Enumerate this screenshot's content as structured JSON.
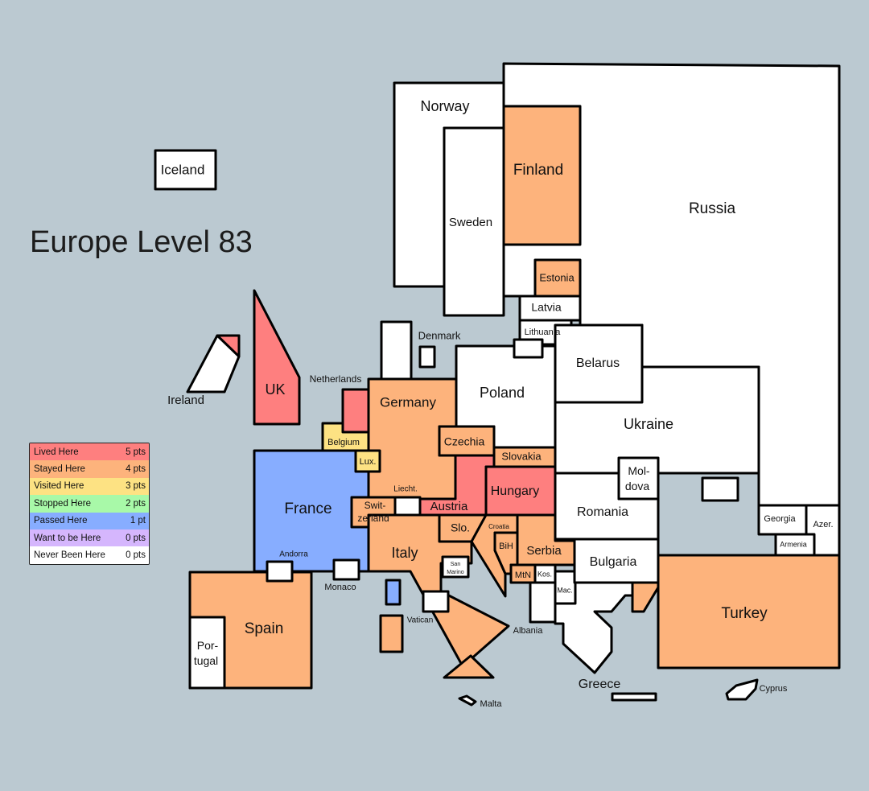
{
  "title": "Europe Level 83",
  "legend": [
    {
      "label": "Lived Here",
      "points": "5 pts",
      "color": "#fe7f7f"
    },
    {
      "label": "Stayed Here",
      "points": "4 pts",
      "color": "#fdb37c"
    },
    {
      "label": "Visited Here",
      "points": "3 pts",
      "color": "#fde283"
    },
    {
      "label": "Stopped Here",
      "points": "2 pts",
      "color": "#a8f9a8"
    },
    {
      "label": "Passed Here",
      "points": "1 pt",
      "color": "#87adff"
    },
    {
      "label": "Want to be Here",
      "points": "0 pts",
      "color": "#d5b6fd"
    },
    {
      "label": "Never Been Here",
      "points": "0 pts",
      "color": "#ffffff"
    }
  ],
  "countries": [
    {
      "id": "russia",
      "name": "Russia",
      "status": "Never Been Here"
    },
    {
      "id": "norway",
      "name": "Norway",
      "status": "Never Been Here"
    },
    {
      "id": "sweden",
      "name": "Sweden",
      "status": "Never Been Here"
    },
    {
      "id": "finland",
      "name": "Finland",
      "status": "Stayed Here"
    },
    {
      "id": "iceland",
      "name": "Iceland",
      "status": "Never Been Here"
    },
    {
      "id": "estonia",
      "name": "Estonia",
      "status": "Stayed Here"
    },
    {
      "id": "latvia",
      "name": "Latvia",
      "status": "Never Been Here"
    },
    {
      "id": "lithuania",
      "name": "Lithuania",
      "status": "Never Been Here"
    },
    {
      "id": "kaliningrad",
      "name": "",
      "status": "Never Been Here"
    },
    {
      "id": "belarus",
      "name": "Belarus",
      "status": "Never Been Here"
    },
    {
      "id": "poland",
      "name": "Poland",
      "status": "Never Been Here"
    },
    {
      "id": "ukraine",
      "name": "Ukraine",
      "status": "Never Been Here"
    },
    {
      "id": "denmark",
      "name": "Denmark",
      "status": "Never Been Here"
    },
    {
      "id": "denmark-island",
      "name": "",
      "status": "Never Been Here"
    },
    {
      "id": "netherlands",
      "name": "Netherlands",
      "status": "Lived Here"
    },
    {
      "id": "germany",
      "name": "Germany",
      "status": "Stayed Here"
    },
    {
      "id": "belgium",
      "name": "Belgium",
      "status": "Visited Here"
    },
    {
      "id": "luxembourg",
      "name": "Lux.",
      "status": "Visited Here"
    },
    {
      "id": "france",
      "name": "France",
      "status": "Passed Here"
    },
    {
      "id": "uk",
      "name": "UK",
      "status": "Lived Here"
    },
    {
      "id": "ireland",
      "name": "Ireland",
      "status": "Never Been Here"
    },
    {
      "id": "northern-ireland",
      "name": "",
      "status": "Lived Here"
    },
    {
      "id": "czechia",
      "name": "Czechia",
      "status": "Stayed Here"
    },
    {
      "id": "slovakia",
      "name": "Slovakia",
      "status": "Stayed Here"
    },
    {
      "id": "austria",
      "name": "Austria",
      "status": "Lived Here"
    },
    {
      "id": "hungary",
      "name": "Hungary",
      "status": "Lived Here"
    },
    {
      "id": "switzerland",
      "name": "Swit-zerland",
      "status": "Stayed Here"
    },
    {
      "id": "liechtenstein",
      "name": "Liecht.",
      "status": "Never Been Here"
    },
    {
      "id": "slovenia",
      "name": "Slo.",
      "status": "Stayed Here"
    },
    {
      "id": "croatia",
      "name": "Croatia",
      "status": "Stayed Here"
    },
    {
      "id": "bih",
      "name": "BiH",
      "status": "Stayed Here"
    },
    {
      "id": "serbia",
      "name": "Serbia",
      "status": "Stayed Here"
    },
    {
      "id": "montenegro",
      "name": "MtN",
      "status": "Stayed Here"
    },
    {
      "id": "kosovo",
      "name": "Kos.",
      "status": "Never Been Here"
    },
    {
      "id": "macedonia",
      "name": "Mac.",
      "status": "Never Been Here"
    },
    {
      "id": "albania",
      "name": "Albania",
      "status": "Never Been Here"
    },
    {
      "id": "greece",
      "name": "Greece",
      "status": "Never Been Here"
    },
    {
      "id": "crete",
      "name": "",
      "status": "Never Been Here"
    },
    {
      "id": "romania",
      "name": "Romania",
      "status": "Never Been Here"
    },
    {
      "id": "moldova",
      "name": "Mol-dova",
      "status": "Never Been Here"
    },
    {
      "id": "crimea",
      "name": "",
      "status": "Never Been Here"
    },
    {
      "id": "bulgaria",
      "name": "Bulgaria",
      "status": "Never Been Here"
    },
    {
      "id": "turkey",
      "name": "Turkey",
      "status": "Stayed Here"
    },
    {
      "id": "istanbul",
      "name": "",
      "status": "Stayed Here"
    },
    {
      "id": "georgia",
      "name": "Georgia",
      "status": "Never Been Here"
    },
    {
      "id": "armenia",
      "name": "Armenia",
      "status": "Never Been Here"
    },
    {
      "id": "azerbaijan",
      "name": "Azer.",
      "status": "Never Been Here"
    },
    {
      "id": "cyprus",
      "name": "Cyprus",
      "status": "Never Been Here"
    },
    {
      "id": "italy",
      "name": "Italy",
      "status": "Stayed Here"
    },
    {
      "id": "sicily",
      "name": "",
      "status": "Stayed Here"
    },
    {
      "id": "sardinia",
      "name": "",
      "status": "Stayed Here"
    },
    {
      "id": "corsica",
      "name": "",
      "status": "Passed Here"
    },
    {
      "id": "san-marino",
      "name": "San Marino",
      "status": "Never Been Here"
    },
    {
      "id": "vatican",
      "name": "Vatican",
      "status": "Never Been Here"
    },
    {
      "id": "malta",
      "name": "Malta",
      "status": "Never Been Here"
    },
    {
      "id": "monaco",
      "name": "Monaco",
      "status": "Never Been Here"
    },
    {
      "id": "andorra",
      "name": "Andorra",
      "status": "Never Been Here"
    },
    {
      "id": "spain",
      "name": "Spain",
      "status": "Stayed Here"
    },
    {
      "id": "portugal",
      "name": "Por-tugal",
      "status": "Never Been Here"
    }
  ]
}
